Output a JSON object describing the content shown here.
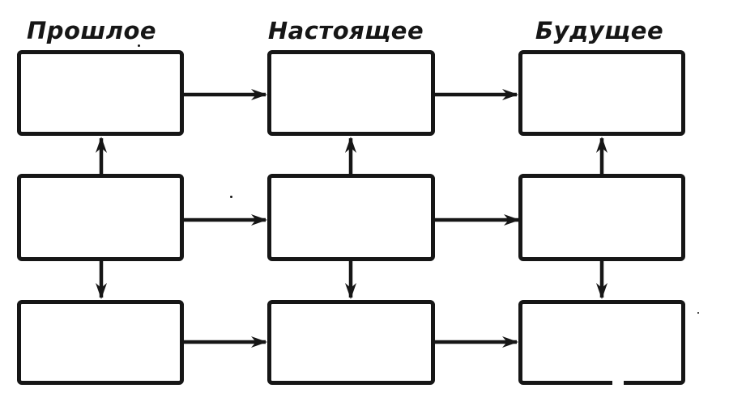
{
  "canvas": {
    "background": "#ffffff",
    "ink_color": "#161616"
  },
  "diagram": {
    "type": "flow-grid",
    "description": "3x3 grid of empty boxes; columns labeled past/present/future; horizontal arrows left-to-right in each row; vertical arrows from middle row up to top row and down to bottom row",
    "column_labels": [
      {
        "id": "past",
        "text": "Прошлое"
      },
      {
        "id": "present",
        "text": "Настоящее"
      },
      {
        "id": "future",
        "text": "Будущее"
      }
    ],
    "rows": [
      "top",
      "middle",
      "bottom"
    ],
    "boxes": [
      {
        "id": "top-past",
        "row": "top",
        "column": "past",
        "text": ""
      },
      {
        "id": "top-present",
        "row": "top",
        "column": "present",
        "text": ""
      },
      {
        "id": "top-future",
        "row": "top",
        "column": "future",
        "text": ""
      },
      {
        "id": "middle-past",
        "row": "middle",
        "column": "past",
        "text": ""
      },
      {
        "id": "middle-present",
        "row": "middle",
        "column": "present",
        "text": ""
      },
      {
        "id": "middle-future",
        "row": "middle",
        "column": "future",
        "text": ""
      },
      {
        "id": "bottom-past",
        "row": "bottom",
        "column": "past",
        "text": ""
      },
      {
        "id": "bottom-present",
        "row": "bottom",
        "column": "present",
        "text": ""
      },
      {
        "id": "bottom-future",
        "row": "bottom",
        "column": "future",
        "text": ""
      }
    ],
    "connections": [
      {
        "from": "top-past",
        "to": "top-present",
        "direction": "right"
      },
      {
        "from": "top-present",
        "to": "top-future",
        "direction": "right"
      },
      {
        "from": "middle-past",
        "to": "middle-present",
        "direction": "right"
      },
      {
        "from": "middle-present",
        "to": "middle-future",
        "direction": "right"
      },
      {
        "from": "bottom-past",
        "to": "bottom-present",
        "direction": "right"
      },
      {
        "from": "bottom-present",
        "to": "bottom-future",
        "direction": "right"
      },
      {
        "from": "middle-past",
        "to": "top-past",
        "direction": "up"
      },
      {
        "from": "middle-present",
        "to": "top-present",
        "direction": "up"
      },
      {
        "from": "middle-future",
        "to": "top-future",
        "direction": "up"
      },
      {
        "from": "middle-past",
        "to": "bottom-past",
        "direction": "down"
      },
      {
        "from": "middle-present",
        "to": "bottom-present",
        "direction": "down"
      },
      {
        "from": "middle-future",
        "to": "bottom-future",
        "direction": "down"
      }
    ]
  }
}
